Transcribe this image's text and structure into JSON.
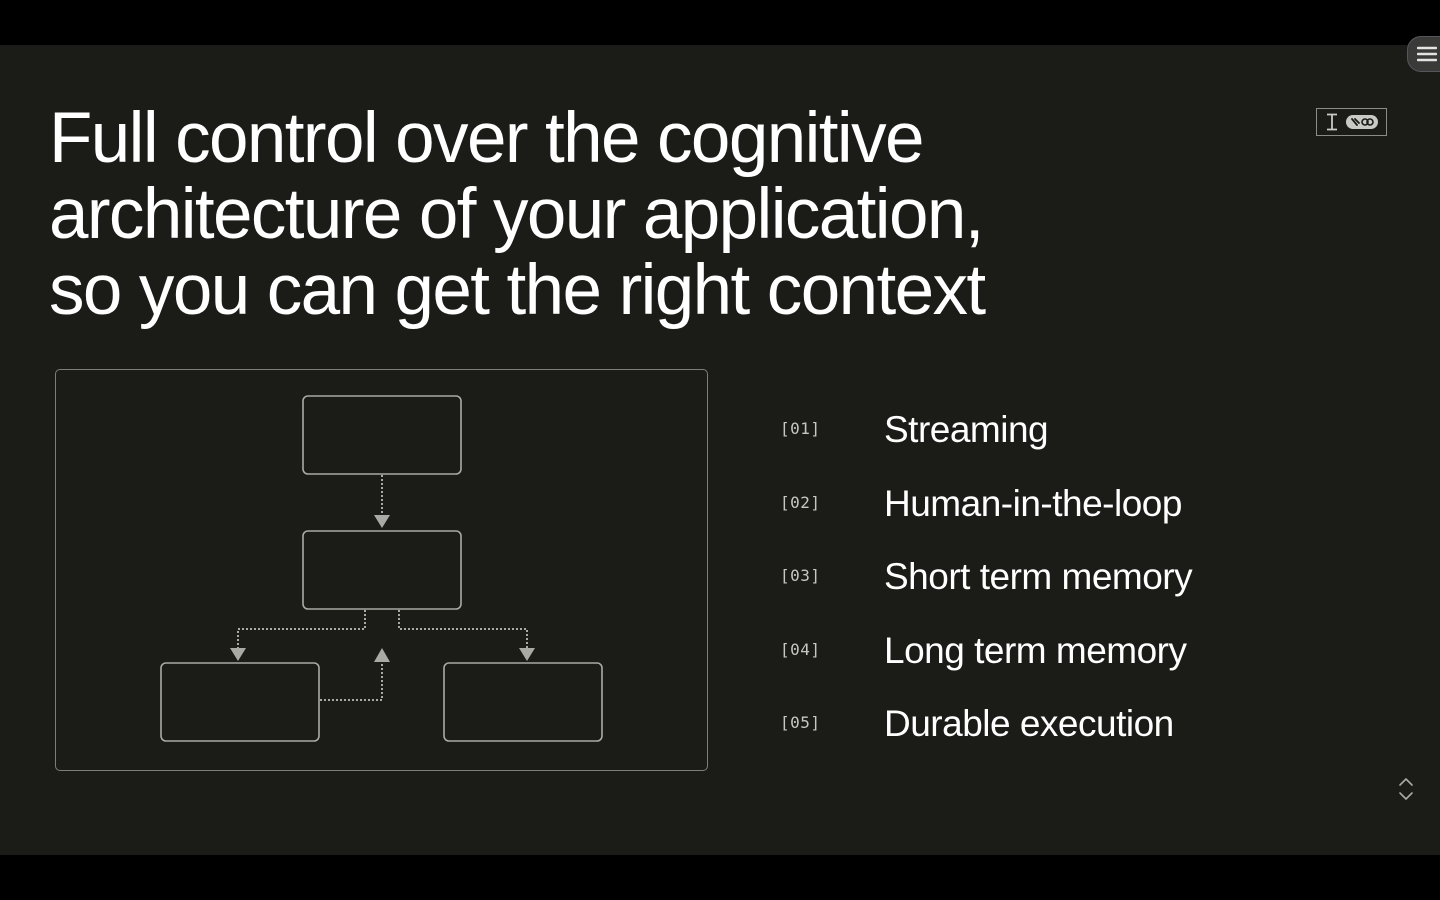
{
  "slide": {
    "headline_lines": [
      "Full control over the cognitive",
      "architecture of your application,",
      "so you can get the right context"
    ]
  },
  "features": [
    {
      "index": "[01]",
      "label": "Streaming"
    },
    {
      "index": "[02]",
      "label": "Human-in-the-loop"
    },
    {
      "index": "[03]",
      "label": "Short term memory"
    },
    {
      "index": "[04]",
      "label": "Long term memory"
    },
    {
      "index": "[05]",
      "label": "Durable execution"
    }
  ],
  "icons": {
    "menu": "hamburger-menu-icon",
    "logo": "brand-logo-icon",
    "nav": "chevron-up-down-icon",
    "diagram": "flowchart-diagram"
  },
  "colors": {
    "slide_background": "#1b1c17",
    "letterbox": "#000000",
    "text": "#ffffff",
    "muted_text": "#c6c7c2",
    "diagram_stroke": "#a9aaa4",
    "panel_border": "#7d7e78"
  }
}
